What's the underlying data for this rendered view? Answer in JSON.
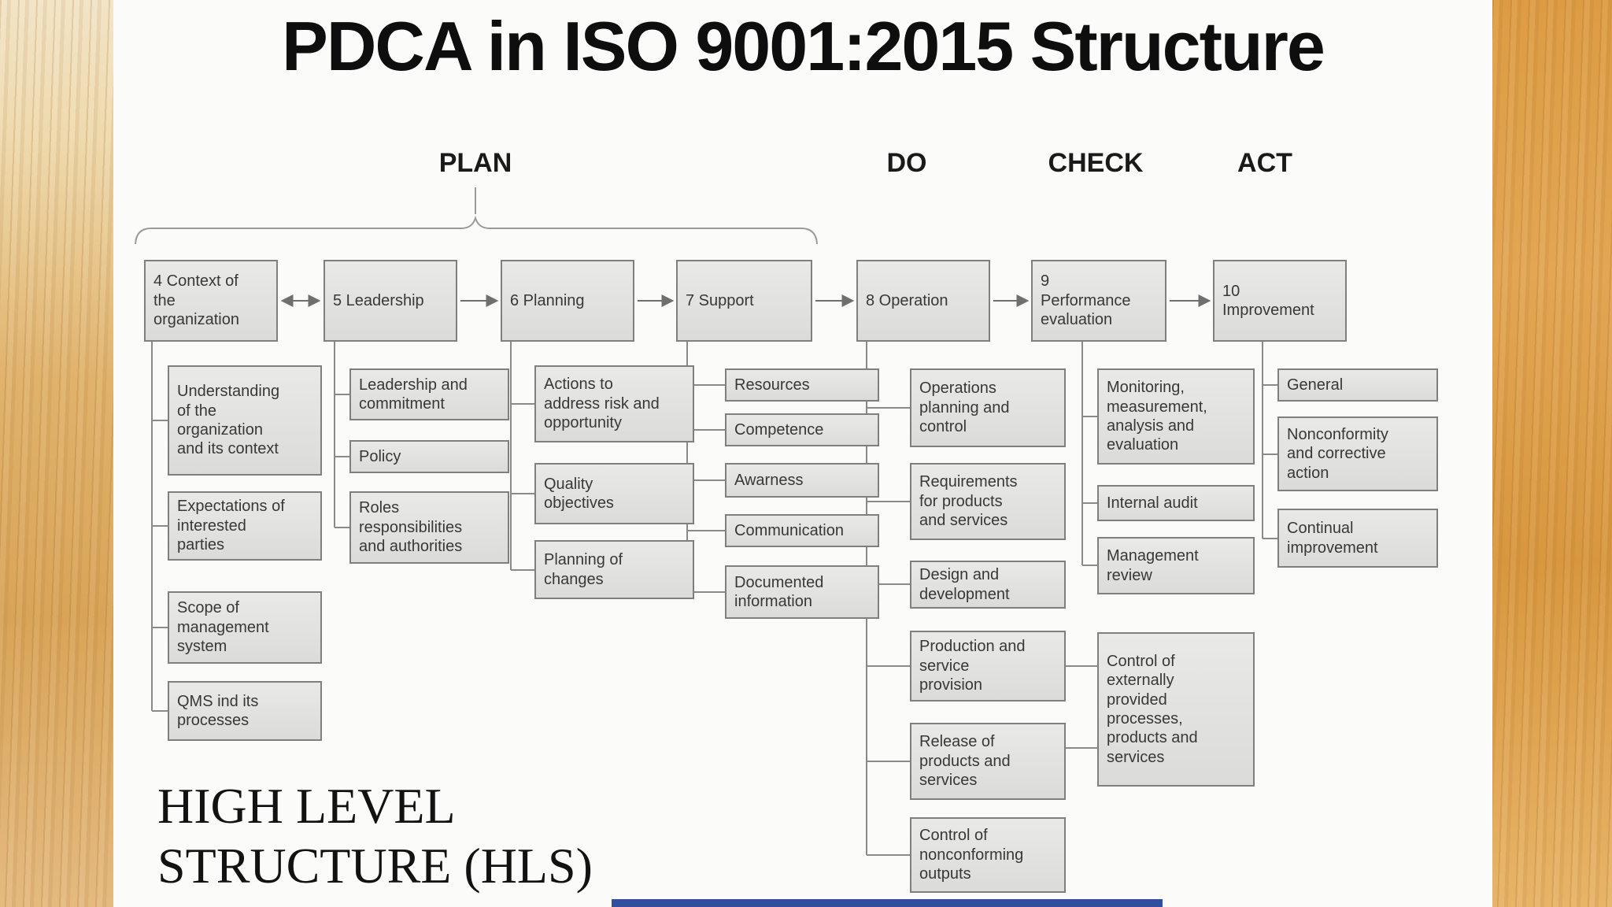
{
  "slide": {
    "title": "PDCA in ISO 9001:2015 Structure",
    "caption_line1": "HIGH LEVEL",
    "caption_line2": "STRUCTURE (HLS)"
  },
  "phases": {
    "plan": "PLAN",
    "do": "DO",
    "check": "CHECK",
    "act": "ACT"
  },
  "clauses": [
    {
      "label": "4 Context of\nthe\norganization",
      "children": [
        "Understanding\nof the\norganization\nand its context",
        "Expectations of\ninterested\nparties",
        "Scope of\nmanagement\nsystem",
        "QMS ind its\nprocesses"
      ]
    },
    {
      "label": "5 Leadership",
      "children": [
        "Leadership and\ncommitment",
        "Policy",
        "Roles\nresponsibilities\nand authorities"
      ]
    },
    {
      "label": "6 Planning",
      "children": [
        "Actions to\naddress risk and\nopportunity",
        "Quality\nobjectives",
        "Planning of\nchanges"
      ]
    },
    {
      "label": "7 Support",
      "children": [
        "Resources",
        "Competence",
        "Awarness",
        "Communication",
        "Documented\ninformation"
      ]
    },
    {
      "label": "8 Operation",
      "children": [
        "Operations\nplanning and\ncontrol",
        "Requirements\nfor products\nand services",
        "Design and\ndevelopment",
        "Production and\nservice\nprovision",
        "Release of\nproducts and\nservices",
        "Control of\nnonconforming\noutputs",
        "Control of\nexternally\nprovided\nprocesses,\nproducts and\nservices"
      ]
    },
    {
      "label": "9\nPerformance\nevaluation",
      "children": [
        "Monitoring,\nmeasurement,\nanalysis and\nevaluation",
        "Internal audit",
        "Management\nreview"
      ]
    },
    {
      "label": "10\nImprovement",
      "children": [
        "General",
        "Nonconformity\nand corrective\naction",
        "Continual\nimprovement"
      ]
    }
  ]
}
